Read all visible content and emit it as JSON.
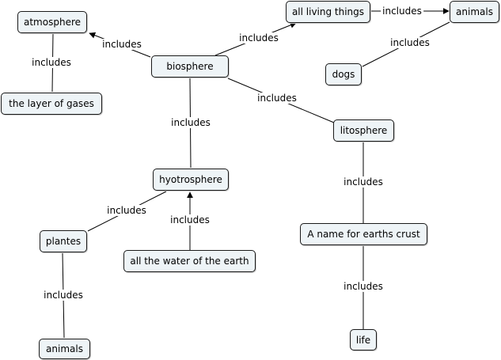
{
  "nodes": {
    "atmosphere": "atmosphere",
    "layer_of_gases": "the layer of gases",
    "biosphere": "biosphere",
    "all_living_things": "all living things",
    "animals_top": "animals",
    "dogs": "dogs",
    "litosphere": "litosphere",
    "hyotrosphere": "hyotrosphere",
    "plantes": "plantes",
    "water_of_earth": "all the water of the earth",
    "earths_crust": "A name for earths crust",
    "animals_bottom": "animals",
    "life": "life"
  },
  "link_label": "includes",
  "colors": {
    "node_fill": "#eef4f7",
    "node_border": "#1a1a1a",
    "line": "#000000"
  }
}
